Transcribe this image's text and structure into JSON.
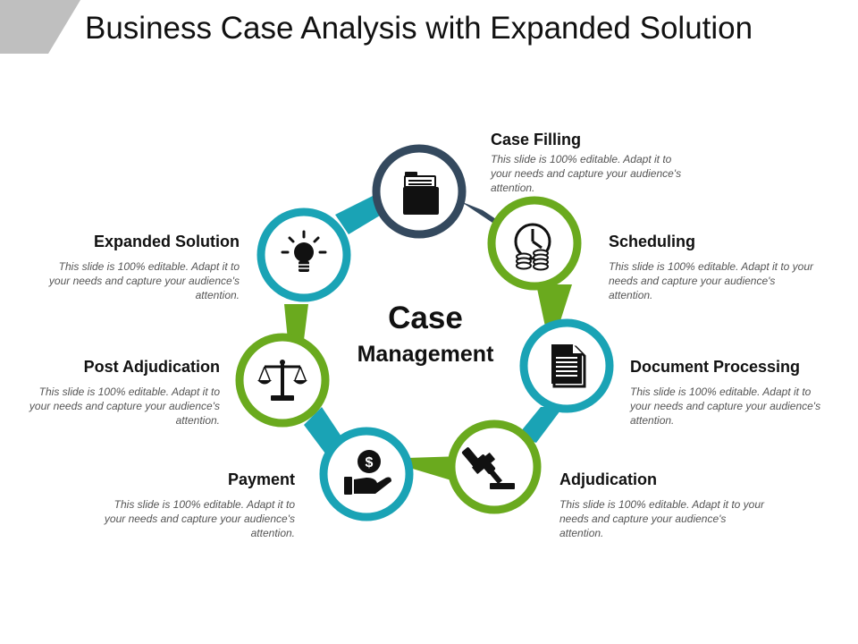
{
  "title": "Business Case Analysis with Expanded Solution",
  "center": {
    "line1": "Case",
    "line2": "Management"
  },
  "colors": {
    "navy": "#34495e",
    "green": "#6aaa1e",
    "teal": "#1aa3b5",
    "gray": "#bfbfbf"
  },
  "items": [
    {
      "heading": "Case Filling",
      "desc": "This slide is 100% editable. Adapt it to your needs and capture your audience's attention.",
      "icon": "folder-icon"
    },
    {
      "heading": "Scheduling",
      "desc": "This slide is 100% editable. Adapt it to your needs and capture your audience's attention.",
      "icon": "clock-coins-icon"
    },
    {
      "heading": "Document Processing",
      "desc": "This slide is 100% editable. Adapt it to your needs and capture your audience's attention.",
      "icon": "document-icon"
    },
    {
      "heading": "Adjudication",
      "desc": "This slide is 100% editable. Adapt it to your needs and capture your audience's attention.",
      "icon": "gavel-icon"
    },
    {
      "heading": "Payment",
      "desc": "This slide is 100% editable. Adapt it to your needs and capture your audience's attention.",
      "icon": "hand-dollar-icon"
    },
    {
      "heading": "Post Adjudication",
      "desc": "This slide is 100% editable. Adapt it to your needs and capture your audience's attention.",
      "icon": "scales-icon"
    },
    {
      "heading": "Expanded Solution",
      "desc": "This slide is 100% editable. Adapt it to your needs and capture your audience's attention.",
      "icon": "lightbulb-icon"
    }
  ]
}
